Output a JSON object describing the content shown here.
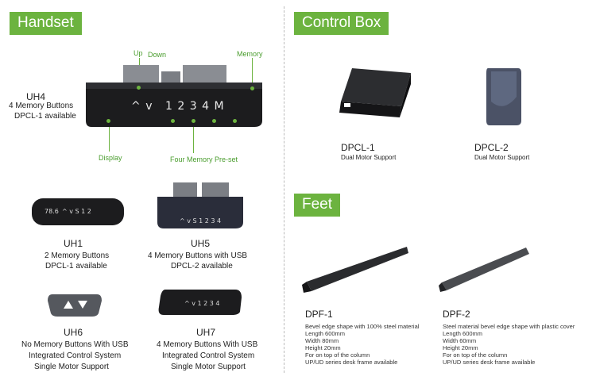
{
  "sections": {
    "handset": "Handset",
    "control_box": "Control Box",
    "feet": "Feet"
  },
  "uh4": {
    "model": "UH4",
    "line1": "4 Memory Buttons",
    "line2": "DPCL-1 available",
    "callout_up": "Up",
    "callout_down": "Down",
    "callout_memory": "Memory",
    "callout_display": "Display",
    "callout_presets": "Four Memory Pre-set",
    "keys": [
      "^",
      "v",
      "1",
      "2",
      "3",
      "4",
      "M"
    ]
  },
  "uh1": {
    "model": "UH1",
    "line1": "2 Memory Buttons",
    "line2": "DPCL-1 available",
    "display": "78.6",
    "keys": "^ v S 1 2"
  },
  "uh5": {
    "model": "UH5",
    "line1": "4 Memory Buttons with USB",
    "line2": "DPCL-2 available",
    "keys": "^ v S 1 2 3 4"
  },
  "uh6": {
    "model": "UH6",
    "line1": "No Memory Buttons With USB",
    "line2": "Integrated Control System",
    "line3": "Single Motor Support"
  },
  "uh7": {
    "model": "UH7",
    "line1": "4 Memory Buttons With USB",
    "line2": "Integrated Control System",
    "line3": "Single Motor Support",
    "keys": "^ v 1 2 3 4"
  },
  "dpcl1": {
    "model": "DPCL-1",
    "desc": "Dual Motor Support"
  },
  "dpcl2": {
    "model": "DPCL-2",
    "desc": "Dual Motor Support"
  },
  "dpf1": {
    "model": "DPF-1",
    "lines": [
      "Bevel edge shape with 100% steel material",
      "Length 600mm",
      "Width 80mm",
      "Height 20mm",
      "For on top of the column",
      "UP/UD series desk frame available"
    ]
  },
  "dpf2": {
    "model": "DPF-2",
    "lines": [
      "Steel material bevel edge shape with plastic cover",
      "Length 600mm",
      "Width 60mm",
      "Height 20mm",
      "For on top of the column",
      "UP/UD series desk frame available"
    ]
  },
  "colors": {
    "accent": "#6cb33f",
    "device": "#1c1c1e"
  }
}
